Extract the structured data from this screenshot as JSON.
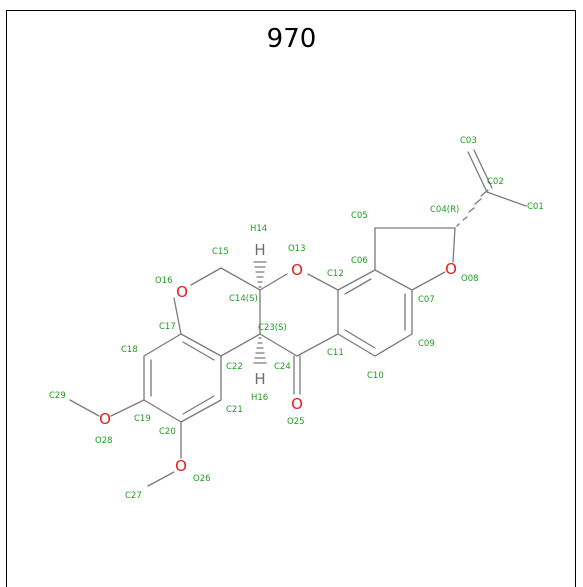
{
  "title": "970",
  "colors": {
    "label": "#1f9c1f",
    "oxygen": "#e41b1b",
    "bond": "#7a7a7a",
    "hydrogen": "#6e6e6e"
  },
  "atom_symbols": {
    "oxygen": "O",
    "hydrogen": "H"
  },
  "labels": {
    "C01": "C01",
    "C02": "C02",
    "C03": "C03",
    "C04": "C04(R)",
    "C05": "C05",
    "C06": "C06",
    "C07": "C07",
    "O08": "O08",
    "C09": "C09",
    "C10": "C10",
    "C11": "C11",
    "C12": "C12",
    "O13": "O13",
    "H14": "H14",
    "C14": "C14(S)",
    "C15": "C15",
    "O16": "O16",
    "C17": "C17",
    "C18": "C18",
    "C19": "C19",
    "C20": "C20",
    "C21": "C21",
    "C22": "C22",
    "C23": "C23(S)",
    "C24": "C24",
    "O25": "O25",
    "O26": "O26",
    "C27": "C27",
    "O28": "O28",
    "C29": "C29",
    "H16": "H16"
  }
}
